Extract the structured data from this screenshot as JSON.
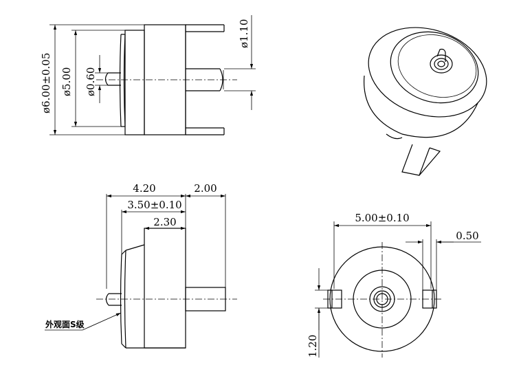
{
  "side_view": {
    "dims": {
      "outer_diameter": "ø6.00±0.05",
      "body_diameter": "ø5.00",
      "pin_diameter": "ø0.60",
      "tab_diameter": "ø1.10"
    }
  },
  "front_view": {
    "dims": {
      "overall_length": "4.20",
      "tab_length": "2.00",
      "body_length": "3.50±0.10",
      "step_length": "2.30"
    },
    "note": "外观面S级"
  },
  "end_view": {
    "dims": {
      "diameter": "5.00±0.10",
      "slot_width": "0.50",
      "slot_height": "1.20"
    }
  }
}
